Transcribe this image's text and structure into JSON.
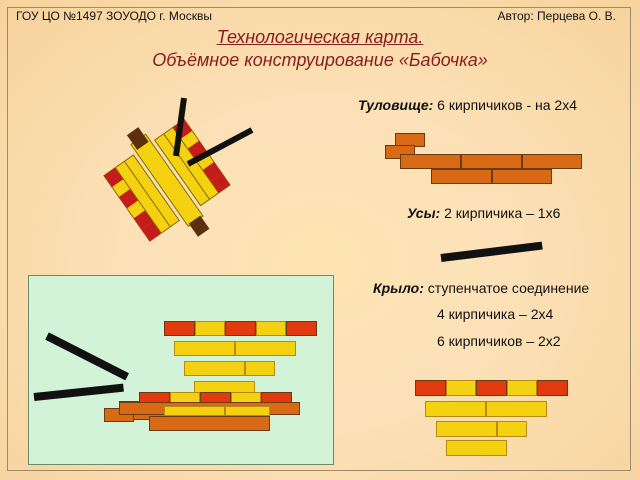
{
  "header": {
    "school": "ГОУ ЦО №1497 ЗОУОДО г. Москвы",
    "author": "Автор: Перцева О. В."
  },
  "title": {
    "line1": "Технологическая карта.",
    "line2": "Объёмное конструирование «Бабочка»"
  },
  "body_section": {
    "label": "Туловище:",
    "text": " 6 кирпичиков - на 2х4"
  },
  "antennae_section": {
    "label": "Усы:",
    "text": " 2 кирпичика – 1х6"
  },
  "wing_section": {
    "label": "Крыло:",
    "text": " ступенчатое соединение",
    "line2": "4 кирпичика – 2х4",
    "line3": "6 кирпичиков – 2х2"
  },
  "colors": {
    "orange": "#d86a15",
    "red": "#e23a0e",
    "yellow": "#f5d211",
    "panel": "#d2f3d8",
    "title": "#8b1c1c"
  }
}
